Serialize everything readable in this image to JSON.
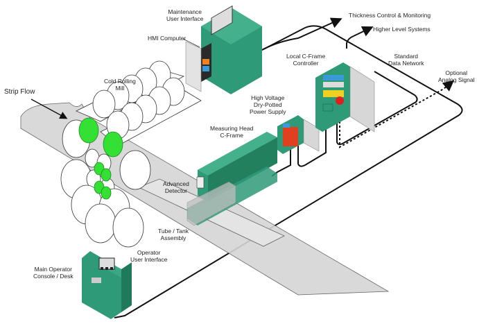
{
  "diagram": {
    "title": "Thickness gauge system on cold rolling mill",
    "colors": {
      "cabinet_green": "#2f9a78",
      "cabinet_dark": "#1f7a5c",
      "roll_green": "#33e033",
      "panel_gray": "#d7d7d7",
      "power_red": "#e04020",
      "accent_blue": "#3a9ad8",
      "accent_yellow": "#f0d020",
      "line": "#111111"
    },
    "labels": {
      "maintenance_ui": [
        "Maintenance",
        "User Interface"
      ],
      "hmi_computer": "HMI Computer",
      "thickness_control": "Thickness Control & Monitoring",
      "higher_level": "Higher Level Systems",
      "local_controller": [
        "Local C-Frame",
        "Controller"
      ],
      "standard_network": [
        "Standard",
        "Data Network"
      ],
      "optional_analog": [
        "Optional",
        "Analog Signal"
      ],
      "high_voltage": [
        "High Voltage",
        "Dry-Potted",
        "Power Supply"
      ],
      "strip_flow": "Strip Flow",
      "cold_rolling_mill": [
        "Cold Rolling",
        "Mill"
      ],
      "measuring_head": [
        "Measuring Head",
        "C-Frame"
      ],
      "advanced_detector": [
        "Advanced",
        "Detector"
      ],
      "tube_tank": [
        "Tube / Tank",
        "Assembly"
      ],
      "operator_ui": [
        "Operator",
        "User Interface"
      ],
      "main_console": [
        "Main Operator",
        "Console / Desk"
      ]
    }
  }
}
